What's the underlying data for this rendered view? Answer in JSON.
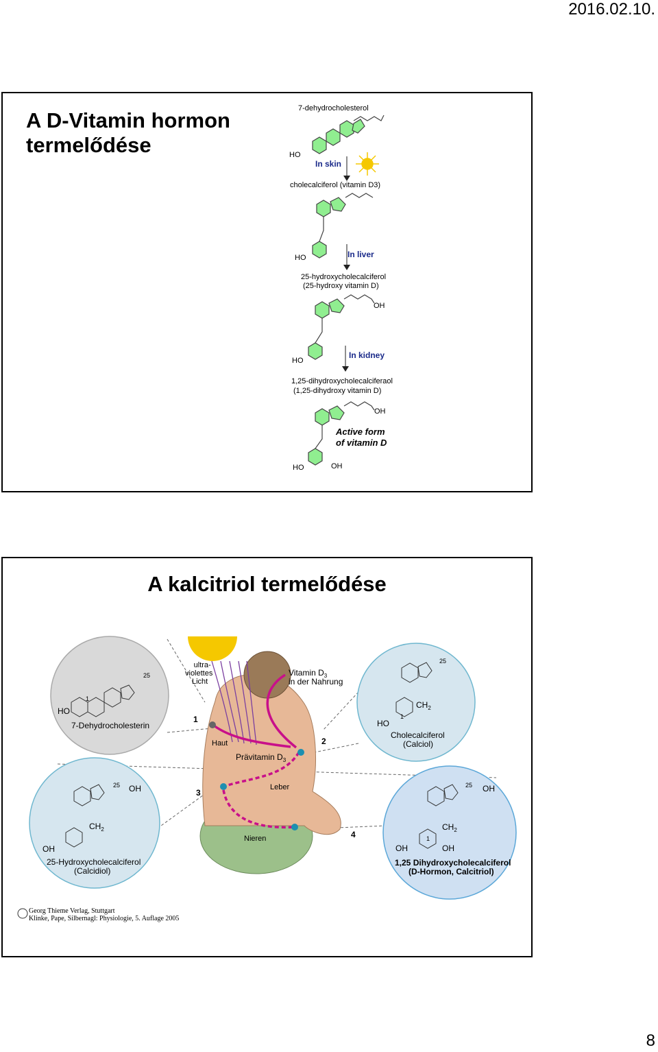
{
  "header": {
    "date": "2016.02.10."
  },
  "slide1": {
    "title_line1": "A D-Vitamin hormon",
    "title_line2": "termelődése",
    "labels": {
      "dehydro": "7-dehydrocholesterol",
      "ho1": "HO",
      "in_skin": "In skin",
      "chole": "cholecalciferol (vitamin D3)",
      "ho2": "HO",
      "in_liver": "In liver",
      "hydroxy1": "25-hydroxycholecalciferol",
      "hydroxy2": "(25-hydroxy vitamin D)",
      "oh1": "OH",
      "ho3": "HO",
      "in_kidney": "In kidney",
      "dihydroxy1": "1,25-dihydroxycholecalciferaol",
      "dihydroxy2": "(1,25-dihydroxy vitamin D)",
      "oh2": "OH",
      "active1": "Active form",
      "active2": "of vitamin D",
      "ho4": "HO",
      "oh3": "OH"
    }
  },
  "slide2": {
    "title": "A kalcitriol termelődése",
    "labels": {
      "uv1": "ultra-",
      "uv2": "violettes",
      "uv3": "Licht",
      "vitd_a": "Vitamin D",
      "vitd_sub": "3",
      "vitd_b": "in der Nahrung",
      "n25a": "25",
      "n1a": "1",
      "hoa": "HO",
      "dehydrochol": "7-Dehydrocholesterin",
      "n25b": "25",
      "ch2a": "CH",
      "ch2a_sub": "2",
      "n1b": "1",
      "hob": "HO",
      "calciol1": "Cholecalciferol",
      "calciol2": "(Calciol)",
      "step1": "1",
      "haut": "Haut",
      "step2": "2",
      "pravit": "Prävitamin D",
      "pravit_sub": "3",
      "n25c": "25",
      "ohc": "OH",
      "step3": "3",
      "leber": "Leber",
      "n25d": "25",
      "ohd": "OH",
      "ch2c": "CH",
      "ch2c_sub": "2",
      "ohe": "OH",
      "calcidiol1": "25-Hydroxycholecalciferol",
      "calcidiol2": "(Calcidiol)",
      "nieren": "Nieren",
      "step4": "4",
      "ch2d": "CH",
      "ch2d_sub": "2",
      "n1d": "1",
      "ohf": "OH",
      "ohg": "OH",
      "calcitriol1": "1,25 Dihydroxycholecalciferol",
      "calcitriol2": "(D-Hormon, Calcitriol)"
    },
    "publisher1": "Georg Thieme Verlag, Stuttgart",
    "publisher2": "Klinke, Pape, Silbernagl: Physiologie, 5. Auflage 2005"
  },
  "footer": {
    "page_number": "8"
  },
  "colors": {
    "ring_green": "#90ee90",
    "arrow_magenta": "#c8108a",
    "dot_teal": "#1d8fb0",
    "circle_gray": "#d9d9d9",
    "circle_blue": "#cfe0f2",
    "sun_yellow": "#f5c800"
  }
}
